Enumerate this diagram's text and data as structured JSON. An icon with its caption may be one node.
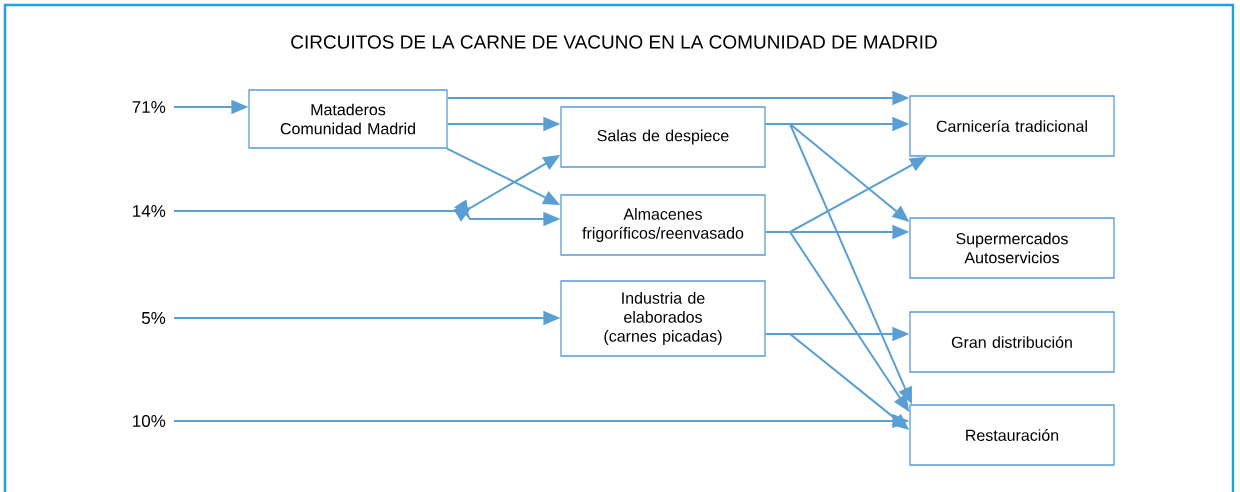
{
  "diagram": {
    "title": "CIRCUITOS DE LA CARNE DE VACUNO EN LA COMUNIDAD DE MADRID",
    "nodes": [
      {
        "text": [
          "71%"
        ]
      },
      {
        "text": [
          "14%"
        ]
      },
      {
        "text": [
          "5%"
        ]
      },
      {
        "text": [
          "10%"
        ]
      },
      {
        "text": [
          "Mataderos Comunidad Madrid"
        ]
      },
      {
        "text": [
          "Salas de despiece"
        ]
      },
      {
        "text": [
          "Almacenes frigoríficos/reenvasado"
        ]
      },
      {
        "text": [
          "Industria de elaborados (carnes picadas)"
        ]
      },
      {
        "text": [
          "Carnicería tradicional"
        ]
      },
      {
        "text": [
          "Supermercados Autoservicios"
        ]
      },
      {
        "text": [
          "Gran distribución"
        ]
      },
      {
        "text": [
          "Restauración"
        ]
      }
    ],
    "edges": [
      {
        "from": 0,
        "to": 4,
        "arrow": "to"
      },
      {
        "from": 4,
        "to": 8,
        "arrow": "to"
      },
      {
        "from": 4,
        "to": 5,
        "arrow": "to"
      },
      {
        "from": 4,
        "to": 6,
        "arrow": "to"
      },
      {
        "from": 1,
        "to": 5,
        "arrow": "to"
      },
      {
        "from": 1,
        "to": 6,
        "arrow": "to"
      },
      {
        "from": 2,
        "to": 7,
        "arrow": "to"
      },
      {
        "from": 3,
        "to": 11,
        "arrow": "to"
      },
      {
        "from": 5,
        "to": 8,
        "arrow": "to"
      },
      {
        "from": 5,
        "to": 9,
        "arrow": "to"
      },
      {
        "from": 5,
        "to": 11,
        "arrow": "to"
      },
      {
        "from": 6,
        "to": 8,
        "arrow": "to"
      },
      {
        "from": 6,
        "to": 9,
        "arrow": "to"
      },
      {
        "from": 6,
        "to": 11,
        "arrow": "to"
      },
      {
        "from": 7,
        "to": 10,
        "arrow": "to"
      },
      {
        "from": 7,
        "to": 11,
        "arrow": "to"
      }
    ]
  }
}
